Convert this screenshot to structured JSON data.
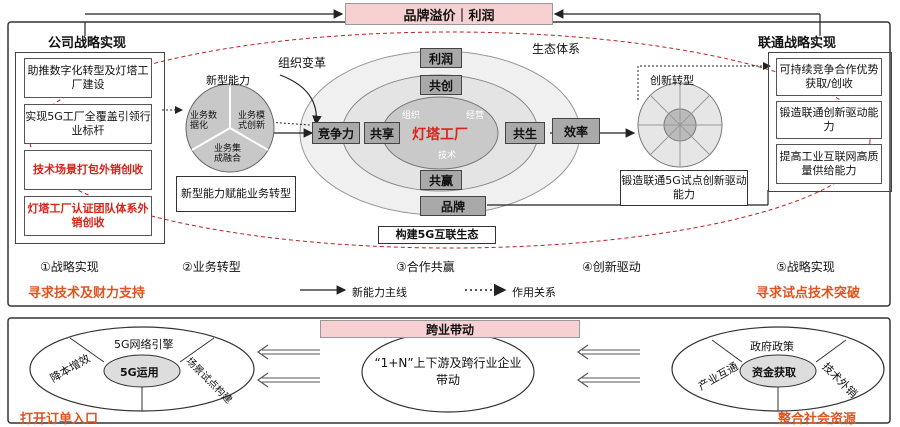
{
  "top_bar": "品牌溢价｜利润",
  "left_panel": {
    "title": "公司战略实现",
    "items": [
      "助推数字化转型及灯塔工厂建设",
      "实现5G工厂全覆盖引领行业标杆",
      "技术场景打包外销创收",
      "灯塔工厂认证团队体系外销创收"
    ]
  },
  "right_panel": {
    "title": "联通战略实现",
    "items": [
      "可持续竞争合作优势获取/创收",
      "锻造联通创新驱动能力",
      "提高工业互联网高质量供给能力"
    ]
  },
  "new_capability": {
    "label": "新型能力",
    "segments": [
      "业务数据化",
      "业务模式创新",
      "业务集成融合"
    ],
    "caption": "新型能力赋能业务转型"
  },
  "center": {
    "org_change": "组织变革",
    "eco_system": "生态体系",
    "nodes": [
      "利润",
      "共创",
      "竞争力",
      "共享",
      "共生",
      "效率",
      "共赢",
      "品牌"
    ],
    "core": "灯塔工厂",
    "core_ring": [
      "组织",
      "经营",
      "技术"
    ],
    "caption": "构建5G互联生态"
  },
  "innovation": {
    "label": "创新转型",
    "caption": "锻造联通5G试点创新驱动能力"
  },
  "stages": [
    "①战略实现",
    "②业务转型",
    "③合作共赢",
    "④创新驱动",
    "⑤战略实现"
  ],
  "bottom_left_note": "寻求技术及财力支持",
  "bottom_right_note": "寻求试点技术突破",
  "legend": {
    "solid": "新能力主线",
    "dotted": "作用关系"
  },
  "cross_bar": "跨业带动",
  "circle_left": {
    "title": "5G网络引擎",
    "center": "5G运用",
    "left": "降本增效",
    "right": "场景试点构建"
  },
  "circle_mid": {
    "text": "“1+N”上下游及跨行业企业带动"
  },
  "circle_right": {
    "title": "政府政策",
    "center": "资金获取",
    "left": "产业互通",
    "right": "技术外销"
  },
  "footer_left": "打开订单入口",
  "footer_right": "整合社会资源"
}
